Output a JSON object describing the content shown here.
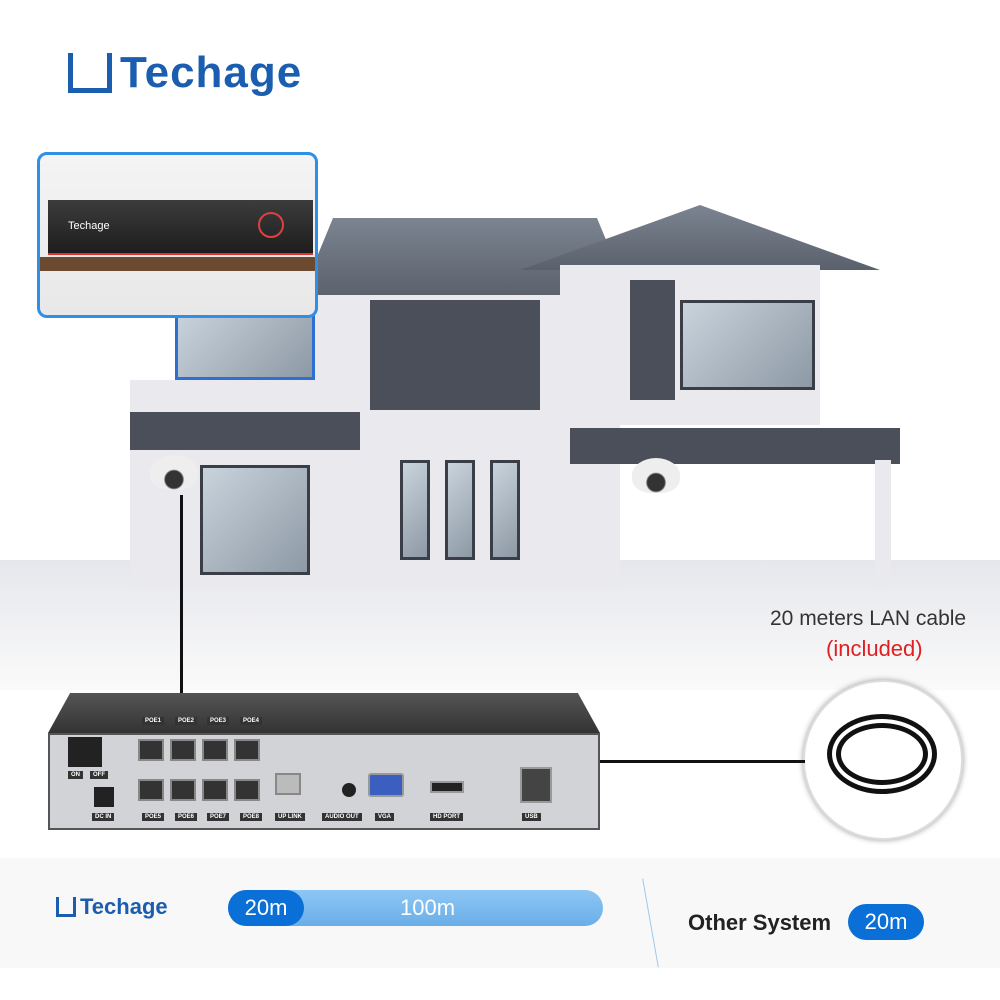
{
  "brand": {
    "name": "Techage",
    "color": "#1b5eb0"
  },
  "inset": {
    "device_logo": "Techage",
    "border_color": "#2f8fe6"
  },
  "cable": {
    "caption": "20 meters LAN cable",
    "note": "(included)",
    "note_color": "#e02020"
  },
  "nvr": {
    "power": {
      "on": "ON",
      "off": "OFF"
    },
    "poe_top": [
      "POE1",
      "POE2",
      "POE3",
      "POE4"
    ],
    "poe_bottom": [
      "POE5",
      "POE6",
      "POE7",
      "POE8"
    ],
    "ports": {
      "dc_in": "DC IN",
      "uplink": "UP LINK",
      "audio_out": "AUDIO OUT",
      "vga": "VGA",
      "hd_port": "HD PORT",
      "usb": "USB"
    }
  },
  "comparison": {
    "brand": "Techage",
    "techage_short": "20m",
    "techage_long": "100m",
    "other_label": "Other System",
    "other_value": "20m",
    "accent": "#0a6fd6"
  }
}
